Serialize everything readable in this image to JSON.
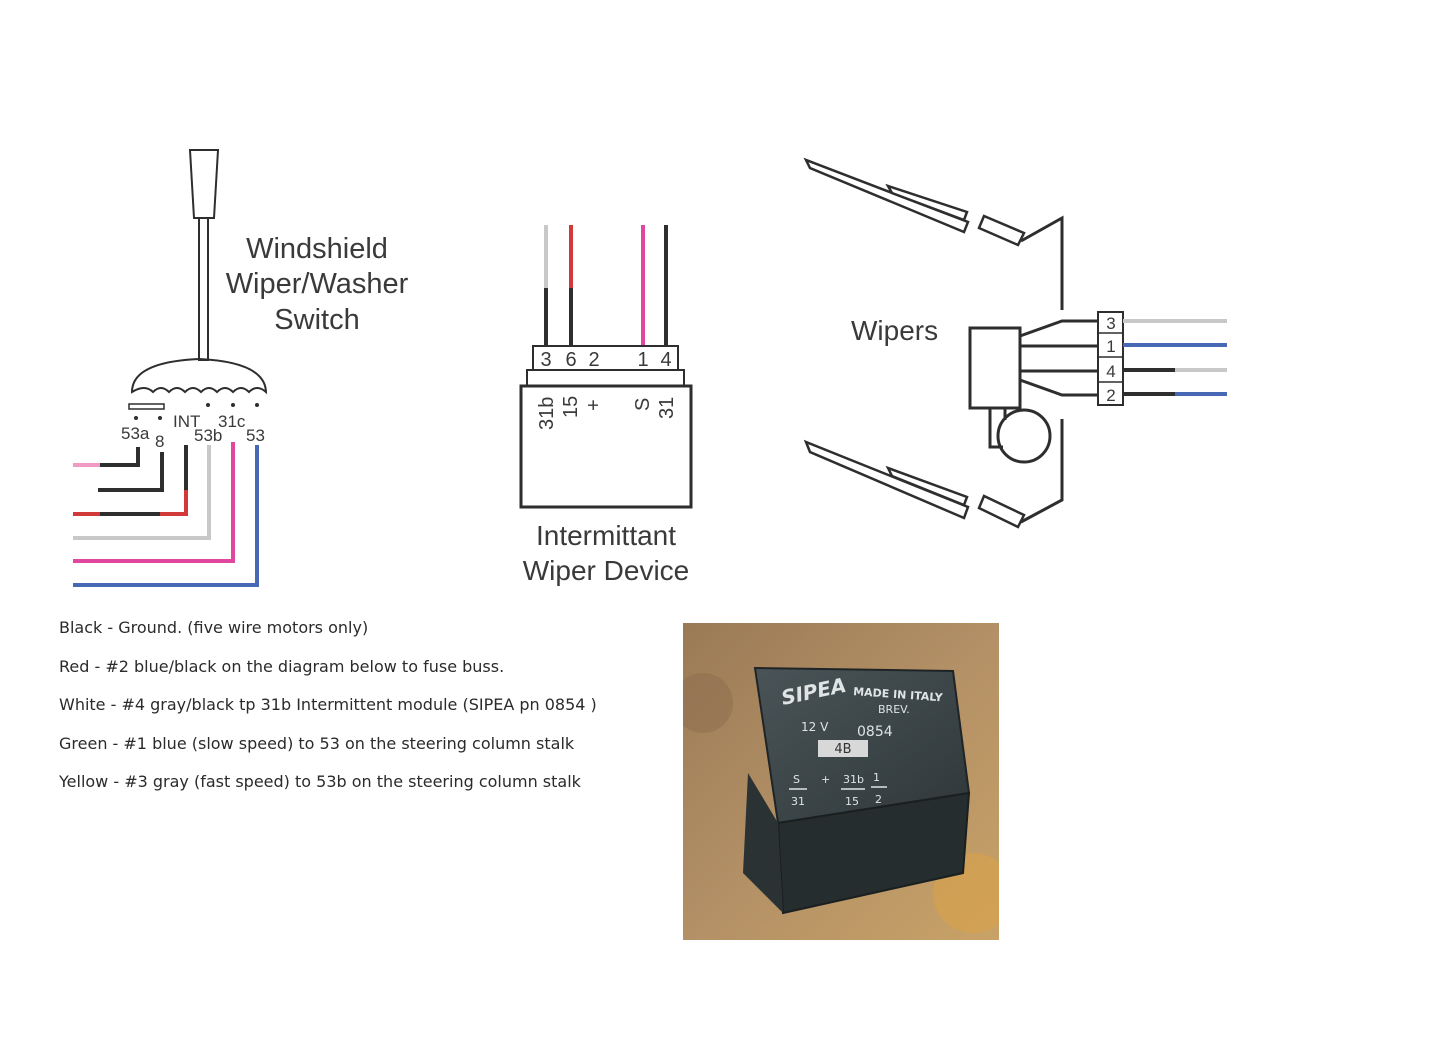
{
  "switch": {
    "title_lines": [
      "Windshield",
      "Wiper/Washer",
      "Switch"
    ],
    "terminals": [
      "53a",
      "8",
      "INT",
      "53b",
      "31c",
      "53"
    ]
  },
  "intermittent": {
    "pin_numbers": [
      "3",
      "6",
      "2",
      "1",
      "4"
    ],
    "terminals": [
      "31b",
      "15",
      "+",
      "S",
      "31"
    ],
    "title_lines": [
      "Intermittant",
      "Wiper Device"
    ]
  },
  "wipers": {
    "label": "Wipers",
    "connector_pins": [
      "3",
      "1",
      "4",
      "2"
    ]
  },
  "notes": [
    "Black - Ground. (five wire motors only)",
    "Red - #2 blue/black on the diagram below to fuse buss.",
    "White - #4 gray/black tp 31b Intermittent module (SIPEA  pn 0854 )",
    "Green - #1 blue (slow speed) to 53 on the steering column stalk",
    "Yellow - #3 gray (fast speed) to 53b on the steering column stalk"
  ],
  "photo": {
    "brand": "SIPEA",
    "made_in": "MADE IN ITALY",
    "brev": "BREV.",
    "voltage": "12 V",
    "part_number": "0854",
    "code": "4B",
    "pin_top": [
      "S",
      "+",
      "31b",
      "1"
    ],
    "pin_bottom": [
      "31",
      "15",
      "2"
    ]
  },
  "colors": {
    "black": "#2e2e2e",
    "red": "#d23a3a",
    "pink": "#e0479e",
    "gray": "#c8c8c8",
    "blue": "#4668b5",
    "light_pink": "#f29ac6"
  }
}
